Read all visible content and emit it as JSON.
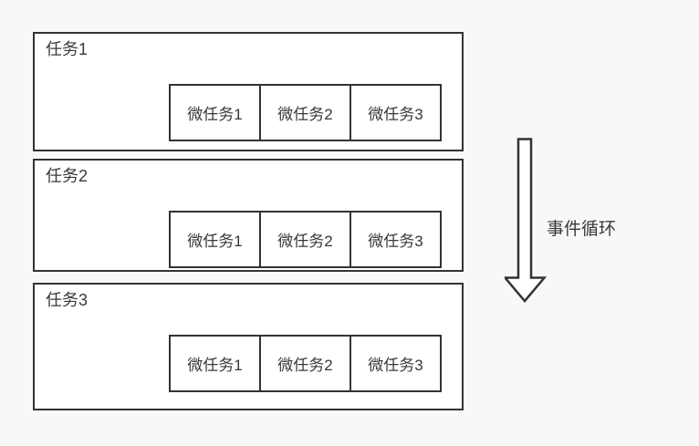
{
  "page": {
    "background_color": "#f8f8f8"
  },
  "colors": {
    "box_border": "#333333",
    "box_fill": "#ffffff",
    "text": "#383838"
  },
  "diagram": {
    "tasks": [
      {
        "label": "任务1",
        "microtasks": [
          "微任务1",
          "微任务2",
          "微任务3"
        ]
      },
      {
        "label": "任务2",
        "microtasks": [
          "微任务1",
          "微任务2",
          "微任务3"
        ]
      },
      {
        "label": "任务3",
        "microtasks": [
          "微任务1",
          "微任务2",
          "微任务3"
        ]
      }
    ],
    "arrow": {
      "direction": "down",
      "label": "事件循环"
    }
  }
}
